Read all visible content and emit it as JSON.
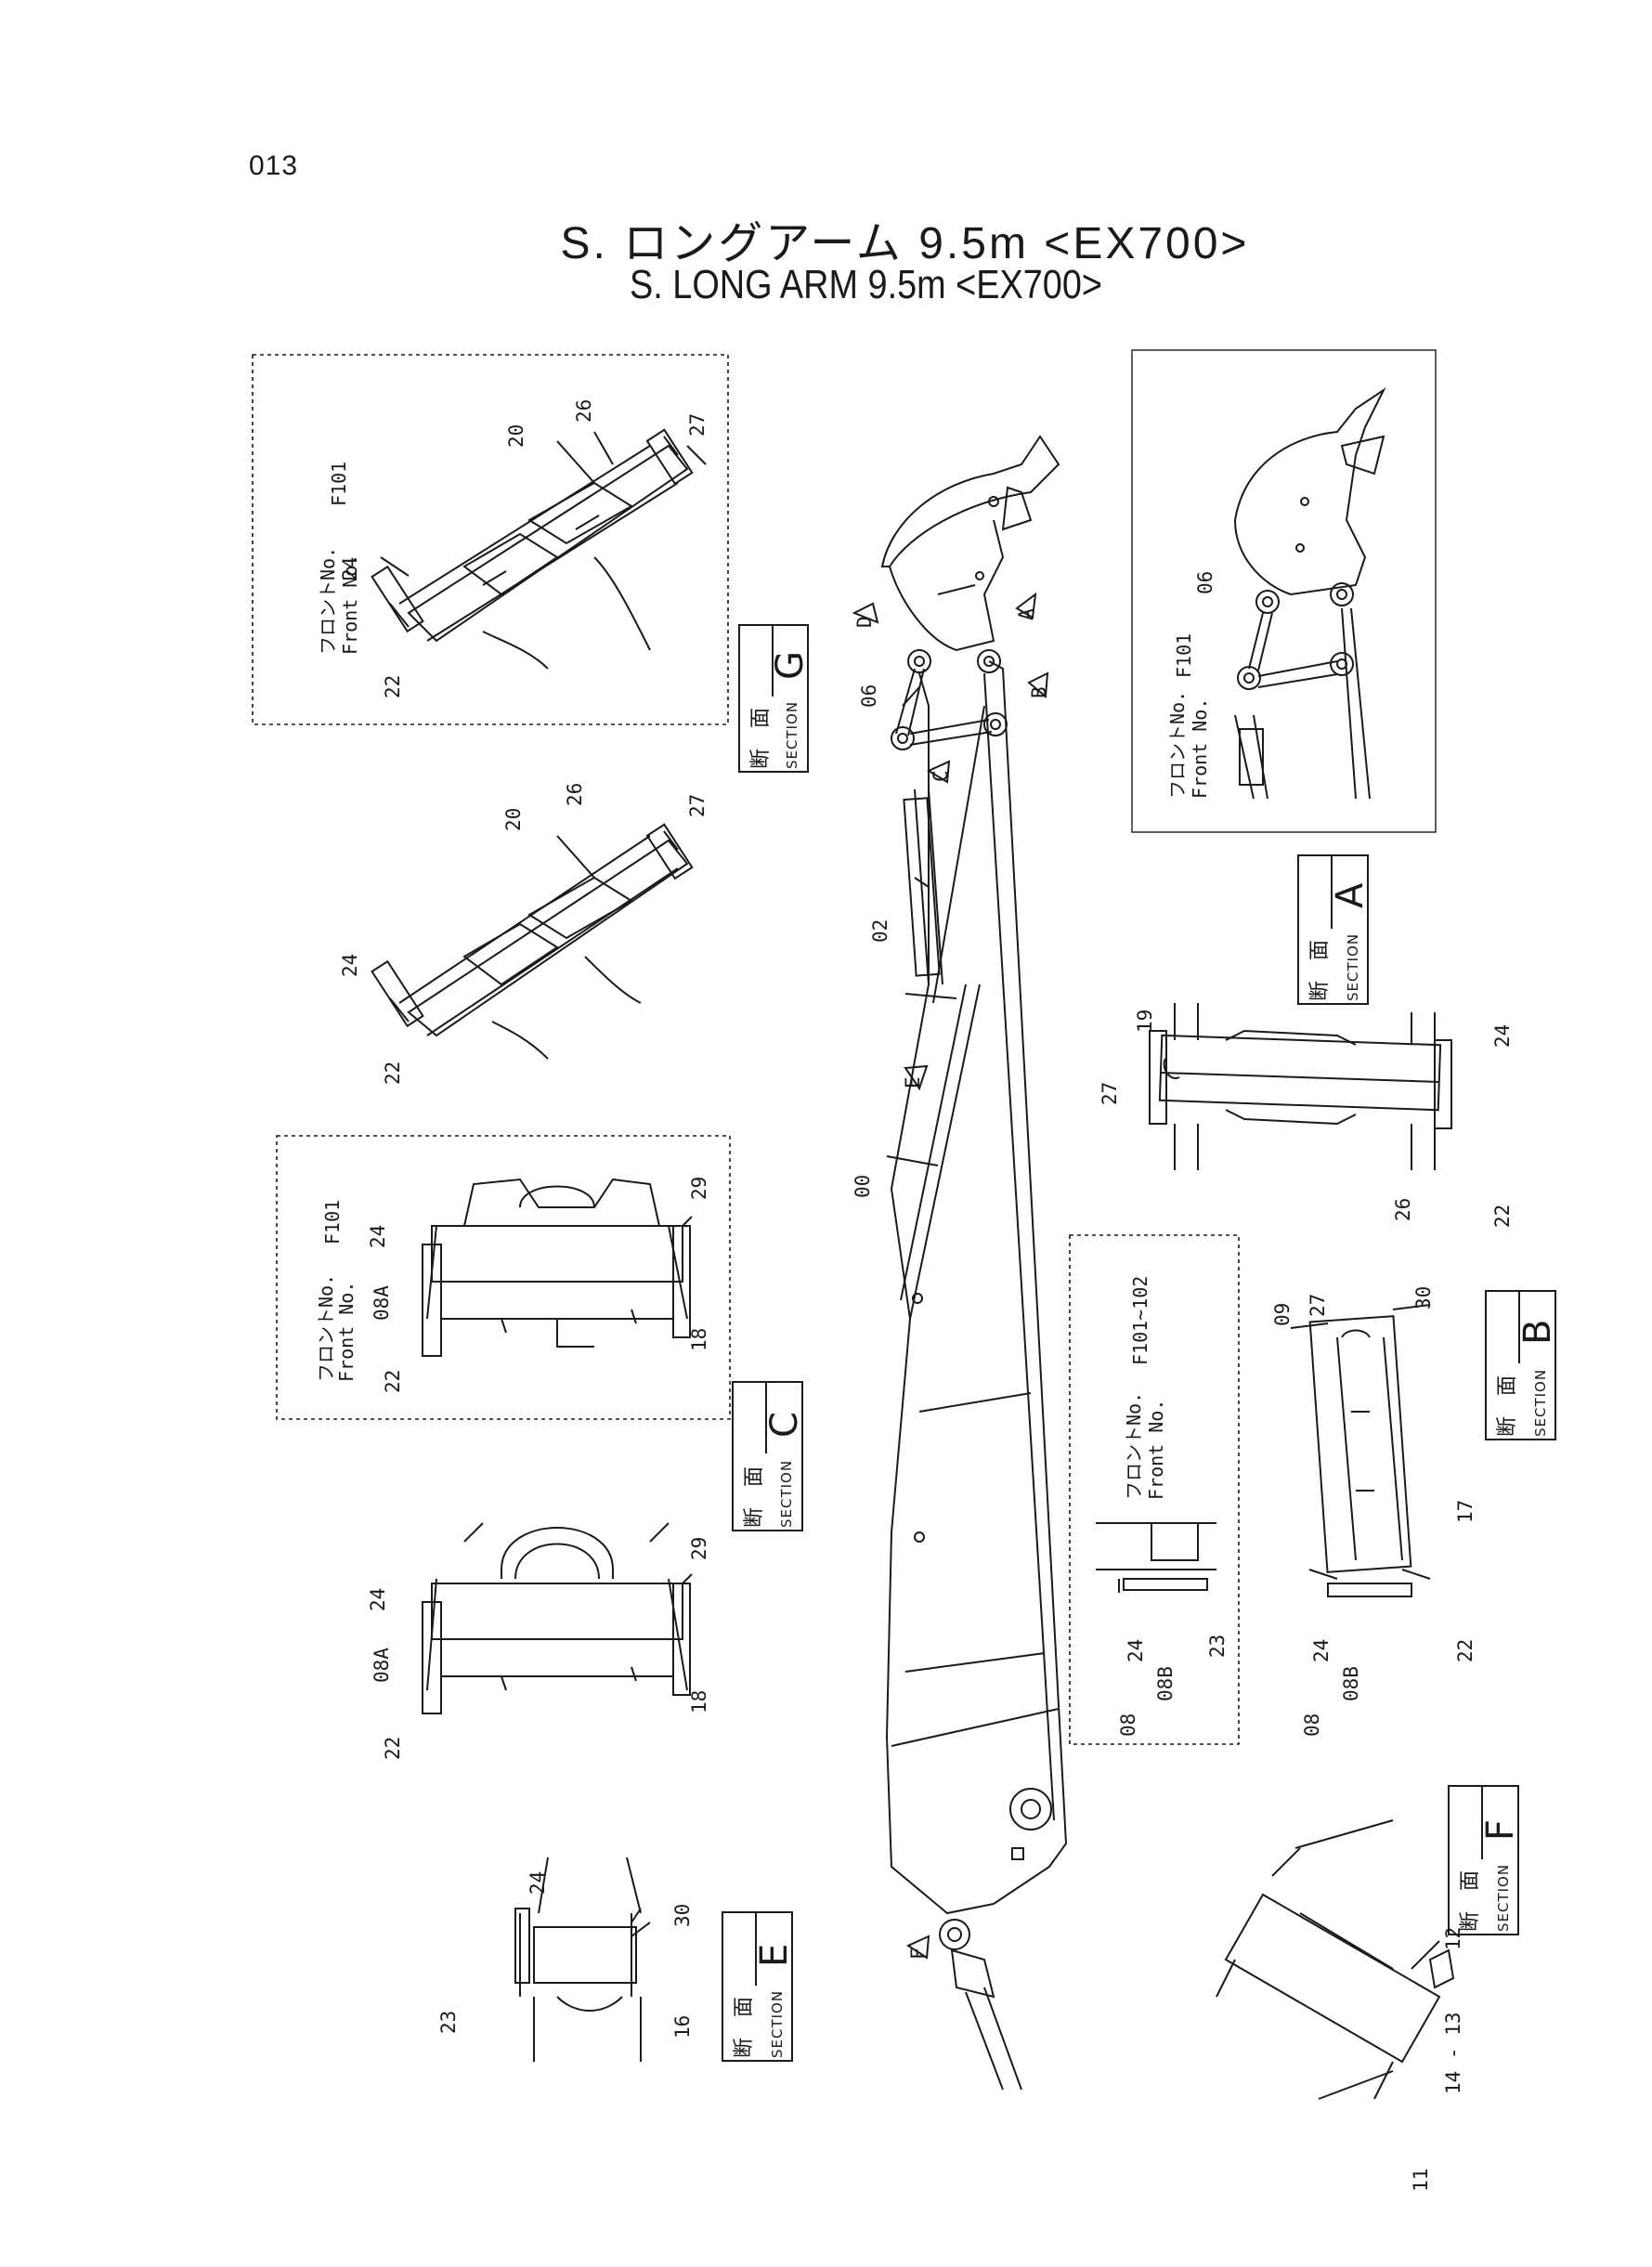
{
  "page": {
    "page_number": "013",
    "title_jp": "S. ロングアーム 9.5m <EX700>",
    "title_en": "S. LONG ARM 9.5m <EX700>"
  },
  "section_labels": {
    "kanji": "断　面",
    "word": "SECTION",
    "letters": [
      "A",
      "B",
      "C",
      "E",
      "F",
      "G"
    ]
  },
  "front_numbers": {
    "jp": "フロントNo.",
    "en": "Front No.",
    "g": "F101",
    "a": "F101",
    "c": "F101",
    "b": "F101~102"
  },
  "callouts": {
    "main": [
      "00",
      "02",
      "06"
    ],
    "view_markers": [
      "A",
      "B",
      "C",
      "D",
      "E",
      "F"
    ],
    "section_g_upper": [
      "26",
      "27",
      "20",
      "24",
      "22"
    ],
    "section_g_lower": [
      "26",
      "27",
      "20",
      "24",
      "22"
    ],
    "section_a": [
      "06"
    ],
    "section_a_lower": [
      "19",
      "27",
      "24",
      "26",
      "22"
    ],
    "section_c_upper": [
      "24",
      "08A",
      "22",
      "29",
      "18"
    ],
    "section_c_lower": [
      "24",
      "08A",
      "22",
      "29",
      "18"
    ],
    "section_b": [
      "09",
      "27",
      "30",
      "17",
      "24",
      "08B",
      "22",
      "08"
    ],
    "section_b_frontno": [
      "24",
      "08B",
      "08",
      "23"
    ],
    "section_e": [
      "24",
      "30",
      "23",
      "16"
    ],
    "section_f": [
      "12",
      "14 - 13",
      "11"
    ]
  }
}
